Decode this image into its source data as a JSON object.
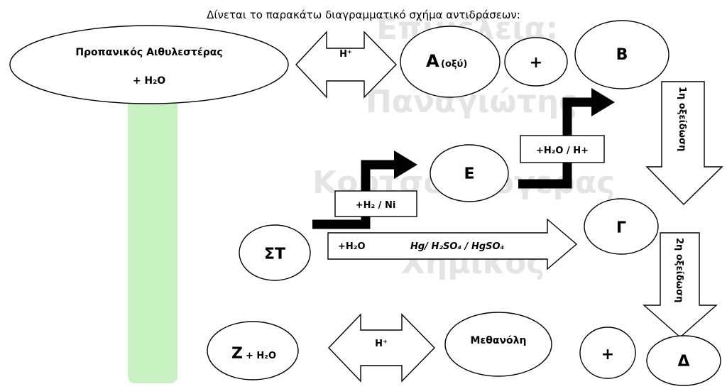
{
  "title": "Δίνεται το παρακάτω διαγραμματικό σχήμα αντιδράσεων:",
  "watermark": {
    "line1": "Επιμέλεια:",
    "line2": "Παναγιώτης",
    "line3": "Κουτσομπόγερας",
    "line4": "Χημικός"
  },
  "nodes": {
    "propyl_ester": {
      "line1": "Προπανικός Αιθυλεστέρας",
      "line2": "+ H₂O"
    },
    "A": {
      "main": "Α",
      "sub": "(οξύ)"
    },
    "plus1": "+",
    "B": "Β",
    "E": "Ε",
    "G": "Γ",
    "ST": "ΣΤ",
    "Z": {
      "main": "Ζ",
      "sub": "+ H₂O"
    },
    "methanol": "Μεθανόλη",
    "plus2": "+",
    "D": "Δ"
  },
  "arrows": {
    "top_catalyst": "H⁺",
    "bottom_catalyst": "H⁺",
    "oxidation1": "1η οξείδωση",
    "oxidation2": "2η οξείδωση",
    "hydration": "+H₂O / H+",
    "hydrogenation": "+H₂ / Ni",
    "water_add": "+H₂O",
    "catalyst_hg": "Hg/ H₂SO₄ / HgSO₄"
  }
}
